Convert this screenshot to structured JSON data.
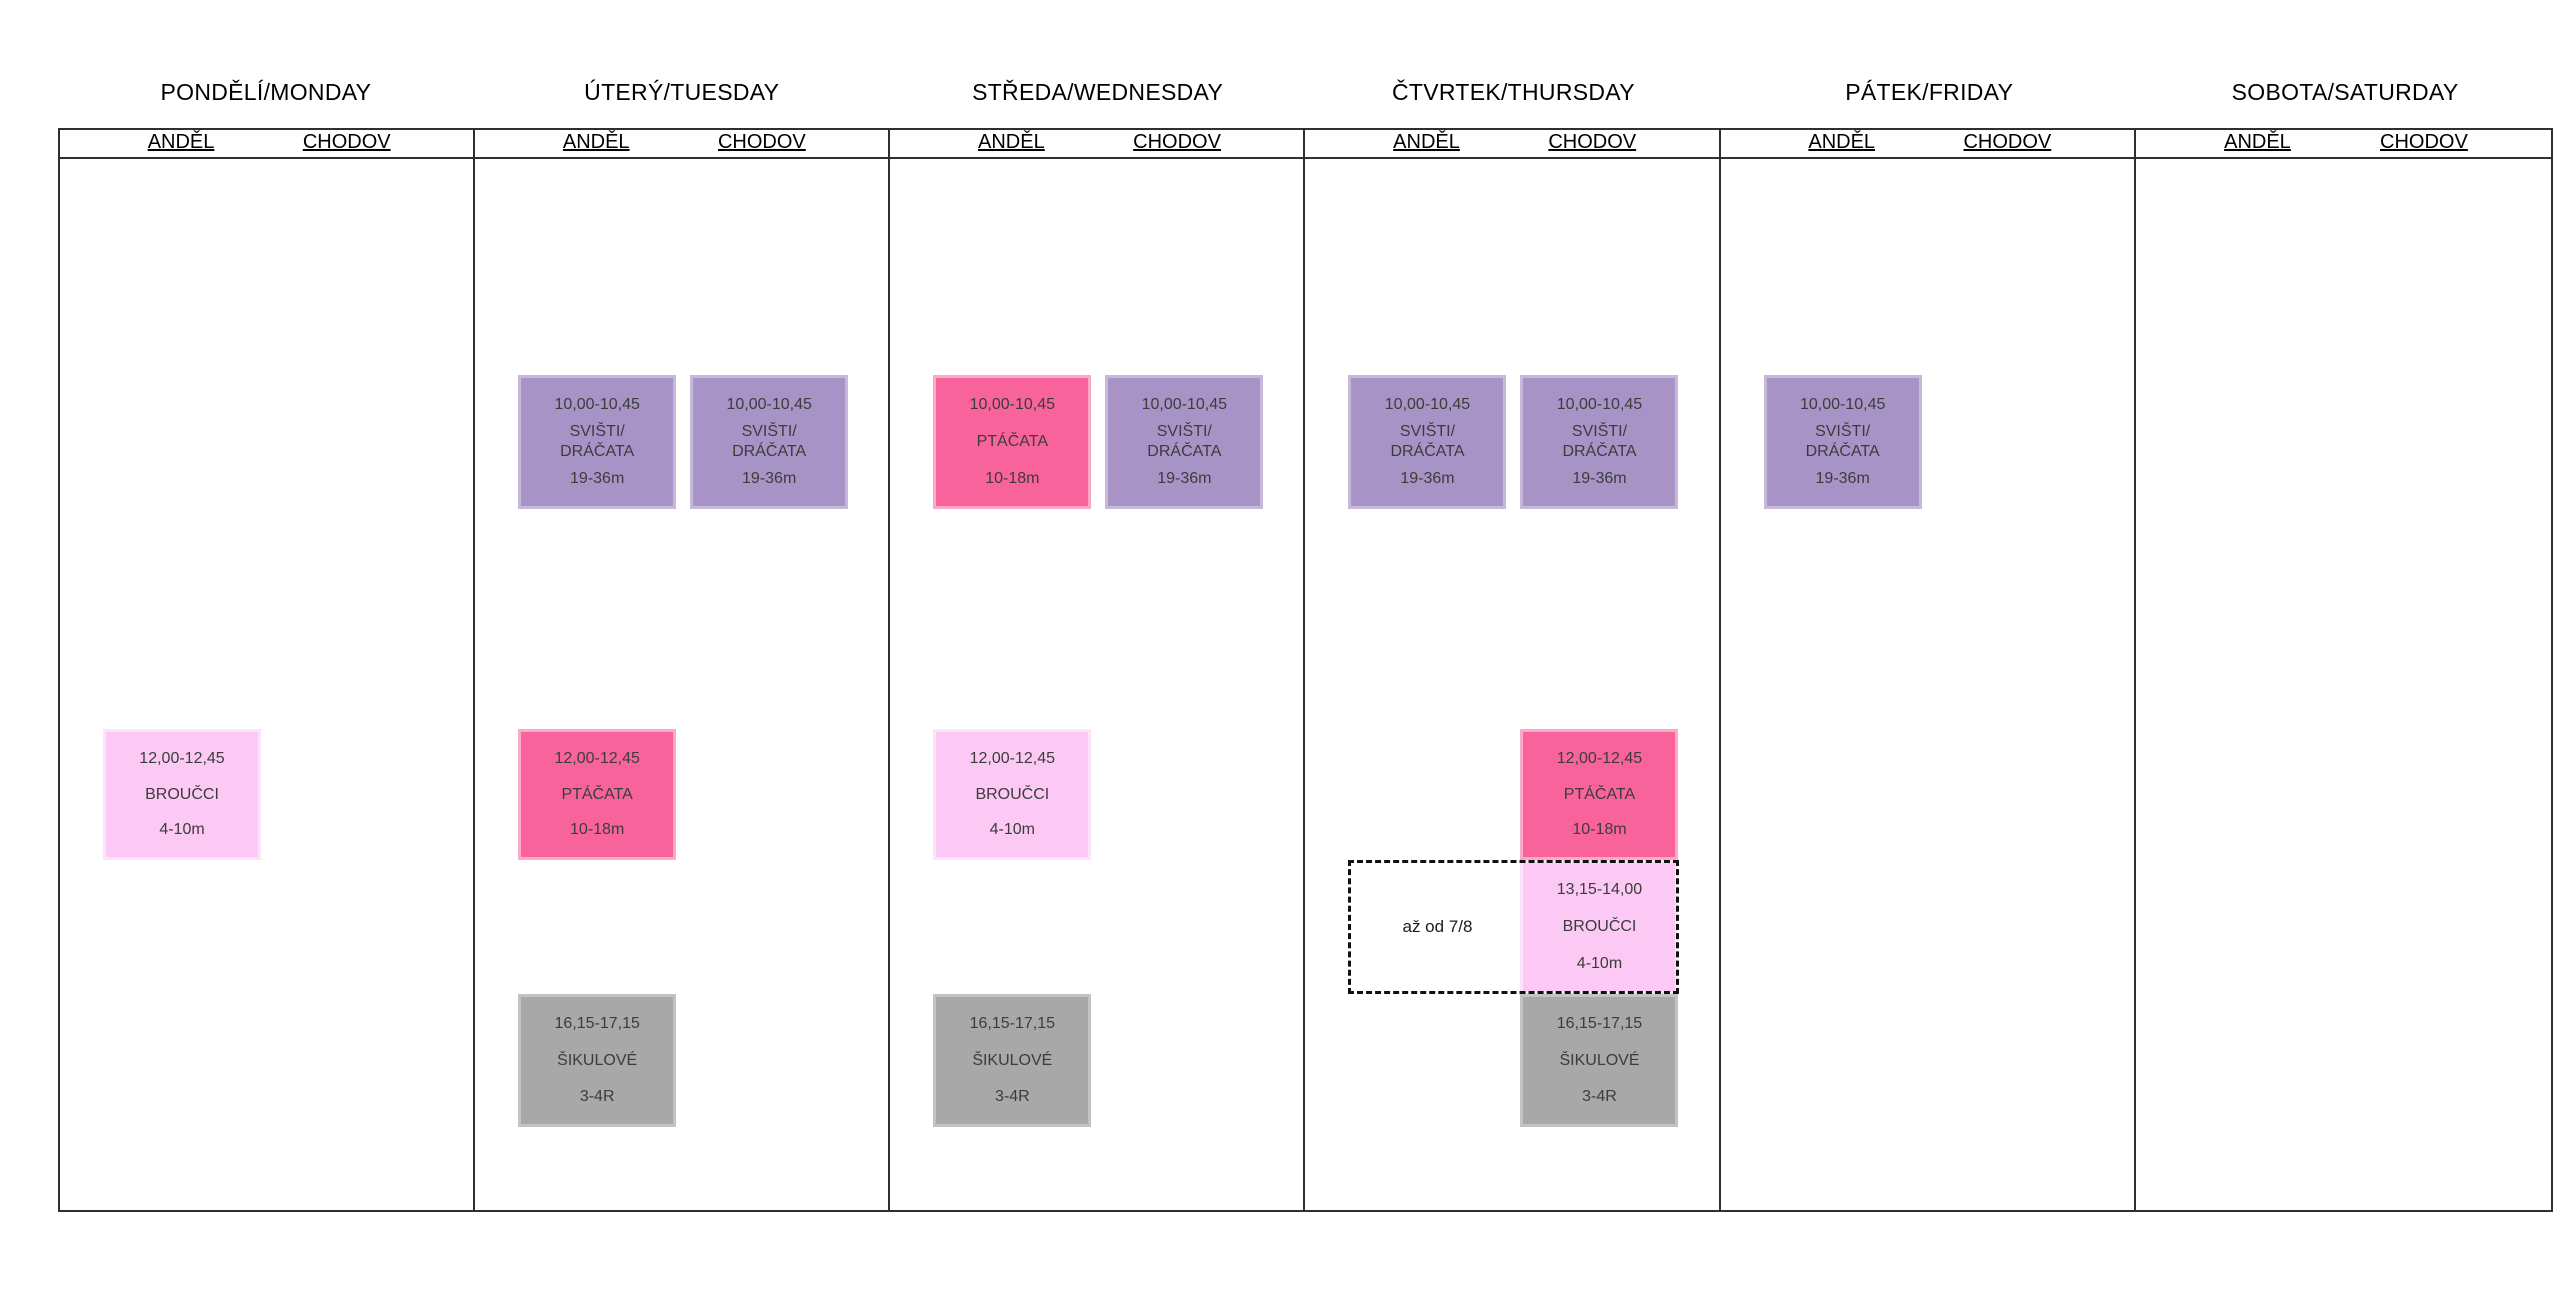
{
  "locations_header": [
    "ANDĚL",
    "CHODOV"
  ],
  "colors": {
    "svisti": {
      "fill": "#a793c6",
      "border": "#c6b9da"
    },
    "ptacata": {
      "fill": "#f9639c",
      "border": "#fba9c9"
    },
    "broucci": {
      "fill": "#fbc9f4",
      "border": "#fde3fa"
    },
    "sikulove": {
      "fill": "#a8a8a8",
      "border": "#c3c3c3"
    }
  },
  "days": [
    {
      "name": "PONDĚLÍ/MONDAY",
      "locations": [
        "ANDĚL",
        "CHODOV"
      ],
      "events": [
        {
          "time": "12,00-12,45",
          "group": "BROUČCI",
          "age": "4-10m",
          "loc": "andel",
          "slot": "midday",
          "type": "broucci"
        }
      ]
    },
    {
      "name": "ÚTERÝ/TUESDAY",
      "locations": [
        "ANDĚL",
        "CHODOV"
      ],
      "events": [
        {
          "time": "10,00-10,45",
          "group": "SVIŠTI/\nDRÁČATA",
          "age": "19-36m",
          "loc": "andel",
          "slot": "morning",
          "type": "svisti"
        },
        {
          "time": "10,00-10,45",
          "group": "SVIŠTI/\nDRÁČATA",
          "age": "19-36m",
          "loc": "chodov",
          "slot": "morning",
          "type": "svisti"
        },
        {
          "time": "12,00-12,45",
          "group": "PTÁČATA",
          "age": "10-18m",
          "loc": "andel",
          "slot": "midday",
          "type": "ptacata"
        },
        {
          "time": "16,15-17,15",
          "group": "ŠIKULOVÉ",
          "age": "3-4R",
          "loc": "andel",
          "slot": "late",
          "type": "sikulove"
        }
      ]
    },
    {
      "name": "STŘEDA/WEDNESDAY",
      "locations": [
        "ANDĚL",
        "CHODOV"
      ],
      "events": [
        {
          "time": "10,00-10,45",
          "group": "PTÁČATA",
          "age": "10-18m",
          "loc": "andel",
          "slot": "morning",
          "type": "ptacata"
        },
        {
          "time": "10,00-10,45",
          "group": "SVIŠTI/\nDRÁČATA",
          "age": "19-36m",
          "loc": "chodov",
          "slot": "morning",
          "type": "svisti"
        },
        {
          "time": "12,00-12,45",
          "group": "BROUČCI",
          "age": "4-10m",
          "loc": "andel",
          "slot": "midday",
          "type": "broucci"
        },
        {
          "time": "16,15-17,15",
          "group": "ŠIKULOVÉ",
          "age": "3-4R",
          "loc": "andel",
          "slot": "late",
          "type": "sikulove"
        }
      ]
    },
    {
      "name": "ČTVRTEK/THURSDAY",
      "locations": [
        "ANDĚL",
        "CHODOV"
      ],
      "note": {
        "text": "až od 7/8"
      },
      "events": [
        {
          "time": "10,00-10,45",
          "group": "SVIŠTI/\nDRÁČATA",
          "age": "19-36m",
          "loc": "andel",
          "slot": "morning",
          "type": "svisti"
        },
        {
          "time": "10,00-10,45",
          "group": "SVIŠTI/\nDRÁČATA",
          "age": "19-36m",
          "loc": "chodov",
          "slot": "morning",
          "type": "svisti"
        },
        {
          "time": "12,00-12,45",
          "group": "PTÁČATA",
          "age": "10-18m",
          "loc": "chodov",
          "slot": "midday",
          "type": "ptacata"
        },
        {
          "time": "13,15-14,00",
          "group": "BROUČCI",
          "age": "4-10m",
          "loc": "chodov",
          "slot": "s1315",
          "type": "broucci"
        },
        {
          "time": "16,15-17,15",
          "group": "ŠIKULOVÉ",
          "age": "3-4R",
          "loc": "chodov",
          "slot": "late",
          "type": "sikulove"
        }
      ]
    },
    {
      "name": "PÁTEK/FRIDAY",
      "locations": [
        "ANDĚL",
        "CHODOV"
      ],
      "events": [
        {
          "time": "10,00-10,45",
          "group": "SVIŠTI/\nDRÁČATA",
          "age": "19-36m",
          "loc": "andel",
          "slot": "morning",
          "type": "svisti"
        }
      ]
    },
    {
      "name": "SOBOTA/SATURDAY",
      "locations": [
        "ANDĚL",
        "CHODOV"
      ],
      "events": []
    }
  ]
}
